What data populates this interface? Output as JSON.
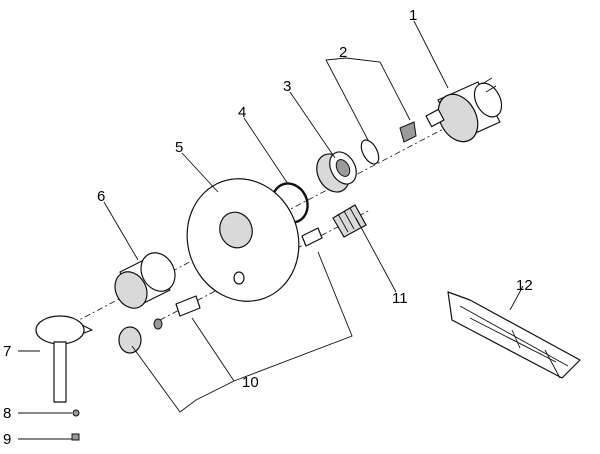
{
  "diagram": {
    "callouts": [
      {
        "id": "c1",
        "text": "1"
      },
      {
        "id": "c2",
        "text": "2"
      },
      {
        "id": "c3",
        "text": "3"
      },
      {
        "id": "c4",
        "text": "4"
      },
      {
        "id": "c5",
        "text": "5"
      },
      {
        "id": "c6",
        "text": "6"
      },
      {
        "id": "c7",
        "text": "7"
      },
      {
        "id": "c8",
        "text": "8"
      },
      {
        "id": "c9",
        "text": "9"
      },
      {
        "id": "c10",
        "text": "10"
      },
      {
        "id": "c11",
        "text": "11"
      },
      {
        "id": "c12",
        "text": "12"
      }
    ]
  }
}
